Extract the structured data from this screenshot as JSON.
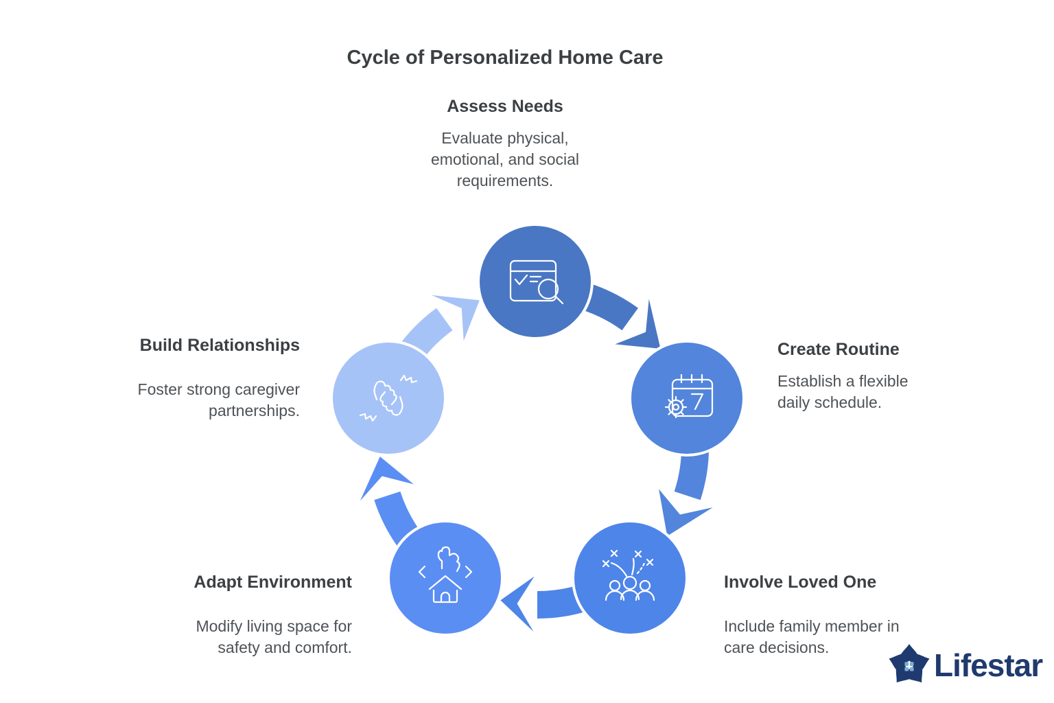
{
  "title": "Cycle of Personalized Home Care",
  "steps": [
    {
      "label": "Assess Needs",
      "description": "Evaluate physical, emotional, and social requirements.",
      "icon": "form-search-icon",
      "color": "#4a77c4"
    },
    {
      "label": "Create Routine",
      "description": "Establish a flexible daily schedule.",
      "icon": "calendar-gear-icon",
      "color": "#5285db"
    },
    {
      "label": "Involve Loved One",
      "description": "Include family member in care decisions.",
      "icon": "family-celebration-icon",
      "color": "#4e85e9"
    },
    {
      "label": "Adapt Environment",
      "description": "Modify living space for safety and comfort.",
      "icon": "home-adjust-icon",
      "color": "#5b8ef3"
    },
    {
      "label": "Build Relationships",
      "description": "Foster strong caregiver partnerships.",
      "icon": "fist-bump-icon",
      "color": "#a6c3f7"
    }
  ],
  "text_colors": {
    "title": "#3c4043",
    "heading": "#3c4043",
    "body": "#4e5256"
  },
  "logo": {
    "text": "Lifestar",
    "icon": "lifestar-flower-home-icon",
    "navy": "#1f3a6e",
    "window_blue": "#7caed2"
  }
}
